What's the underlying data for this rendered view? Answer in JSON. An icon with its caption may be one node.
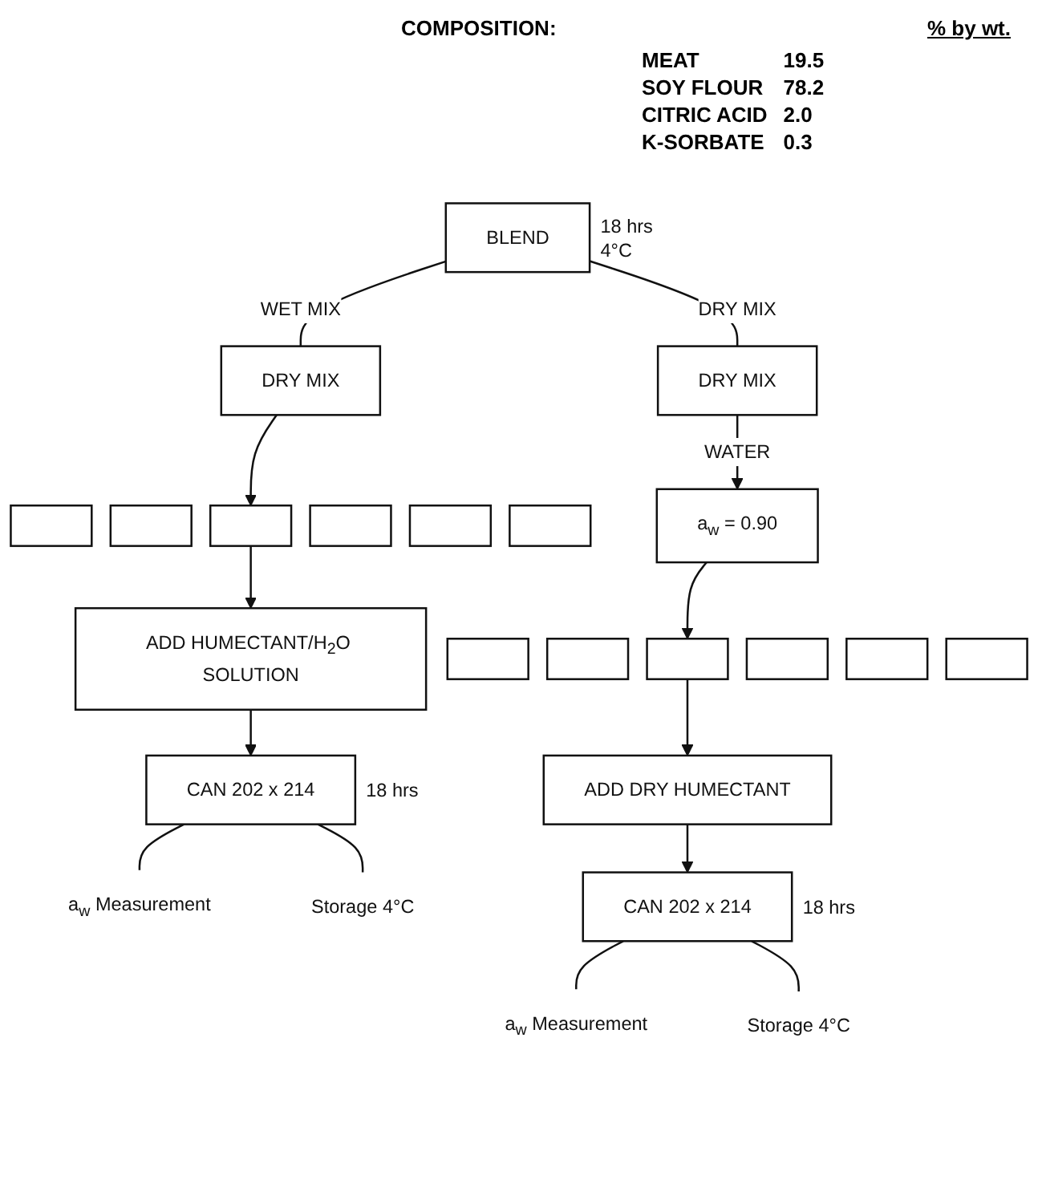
{
  "diagram": {
    "nodes": [
      {
        "text": [
          "BLEND"
        ],
        "beside": [
          "18 hrs",
          "4°C"
        ]
      },
      {
        "text": [
          "DRY MIX"
        ]
      },
      {
        "text": [],
        "shape": "box"
      },
      {
        "text": [],
        "shape": "box"
      },
      {
        "text": [],
        "shape": "box"
      },
      {
        "text": [],
        "shape": "box"
      },
      {
        "text": [],
        "shape": "box"
      },
      {
        "text": [],
        "shape": "box"
      },
      {
        "text": [
          "ADD HUMECTANT/H$_{2}$O SOLUTION"
        ]
      },
      {
        "text": [
          "CAN 202 x 214"
        ],
        "beside": [
          "18 hrs"
        ]
      },
      {
        "text": [
          "a$_{w}$ Measurement"
        ]
      },
      {
        "text": [
          "Storage 4°C"
        ]
      },
      {
        "text": [
          "DRY MIX"
        ]
      },
      {
        "text": [
          "a$_{w}$ = 0.90"
        ]
      },
      {
        "text": [],
        "shape": "box"
      },
      {
        "text": [],
        "shape": "box"
      },
      {
        "text": [],
        "shape": "box"
      },
      {
        "text": [],
        "shape": "box"
      },
      {
        "text": [],
        "shape": "box"
      },
      {
        "text": [],
        "shape": "box"
      },
      {
        "text": [
          "ADD DRY HUMECTANT"
        ]
      },
      {
        "text": [
          "CAN 202 x 214"
        ],
        "beside": [
          "18 hrs"
        ]
      },
      {
        "text": [
          "a$_{w}$ Measurement"
        ]
      },
      {
        "text": [
          "Storage 4°C"
        ]
      }
    ],
    "edges": [
      {
        "from": 0,
        "to": 1,
        "arrow": "none",
        "label": "WET MIX"
      },
      {
        "from": 1,
        "to": 4,
        "arrow": "to"
      },
      {
        "from": 4,
        "to": 8,
        "arrow": "to"
      },
      {
        "from": 8,
        "to": 9,
        "arrow": "to"
      },
      {
        "from": 9,
        "to": 10,
        "arrow": "none"
      },
      {
        "from": 9,
        "to": 11,
        "arrow": "none"
      },
      {
        "from": 0,
        "to": 12,
        "arrow": "none",
        "label": "DRY MIX"
      },
      {
        "from": 12,
        "to": 13,
        "arrow": "to",
        "label": "WATER"
      },
      {
        "from": 13,
        "to": 16,
        "arrow": "to"
      },
      {
        "from": 16,
        "to": 20,
        "arrow": "to"
      },
      {
        "from": 20,
        "to": 21,
        "arrow": "to"
      },
      {
        "from": 21,
        "to": 22,
        "arrow": "none"
      },
      {
        "from": 21,
        "to": 23,
        "arrow": "none"
      }
    ],
    "labels": [
      "COMPOSITION:",
      "% by wt.",
      "MEAT",
      "19.5",
      "SOY FLOUR",
      "78.2",
      "CITRIC ACID",
      "2.0",
      "K-SORBATE",
      "0.3"
    ]
  }
}
